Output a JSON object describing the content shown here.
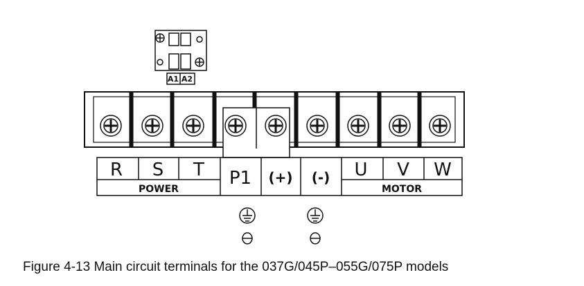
{
  "aux_block": {
    "terminals": [
      "A1",
      "A2"
    ]
  },
  "terminal_row": {
    "count": 9
  },
  "label_strip": {
    "cells": [
      "R",
      "S",
      "T",
      "P1",
      "(+)",
      "(-)",
      "U",
      "V",
      "W"
    ],
    "groups": {
      "power": "POWER",
      "motor": "MOTOR"
    }
  },
  "caption": "Figure 4-13 Main circuit terminals for the 037G/045P–055G/075P models"
}
